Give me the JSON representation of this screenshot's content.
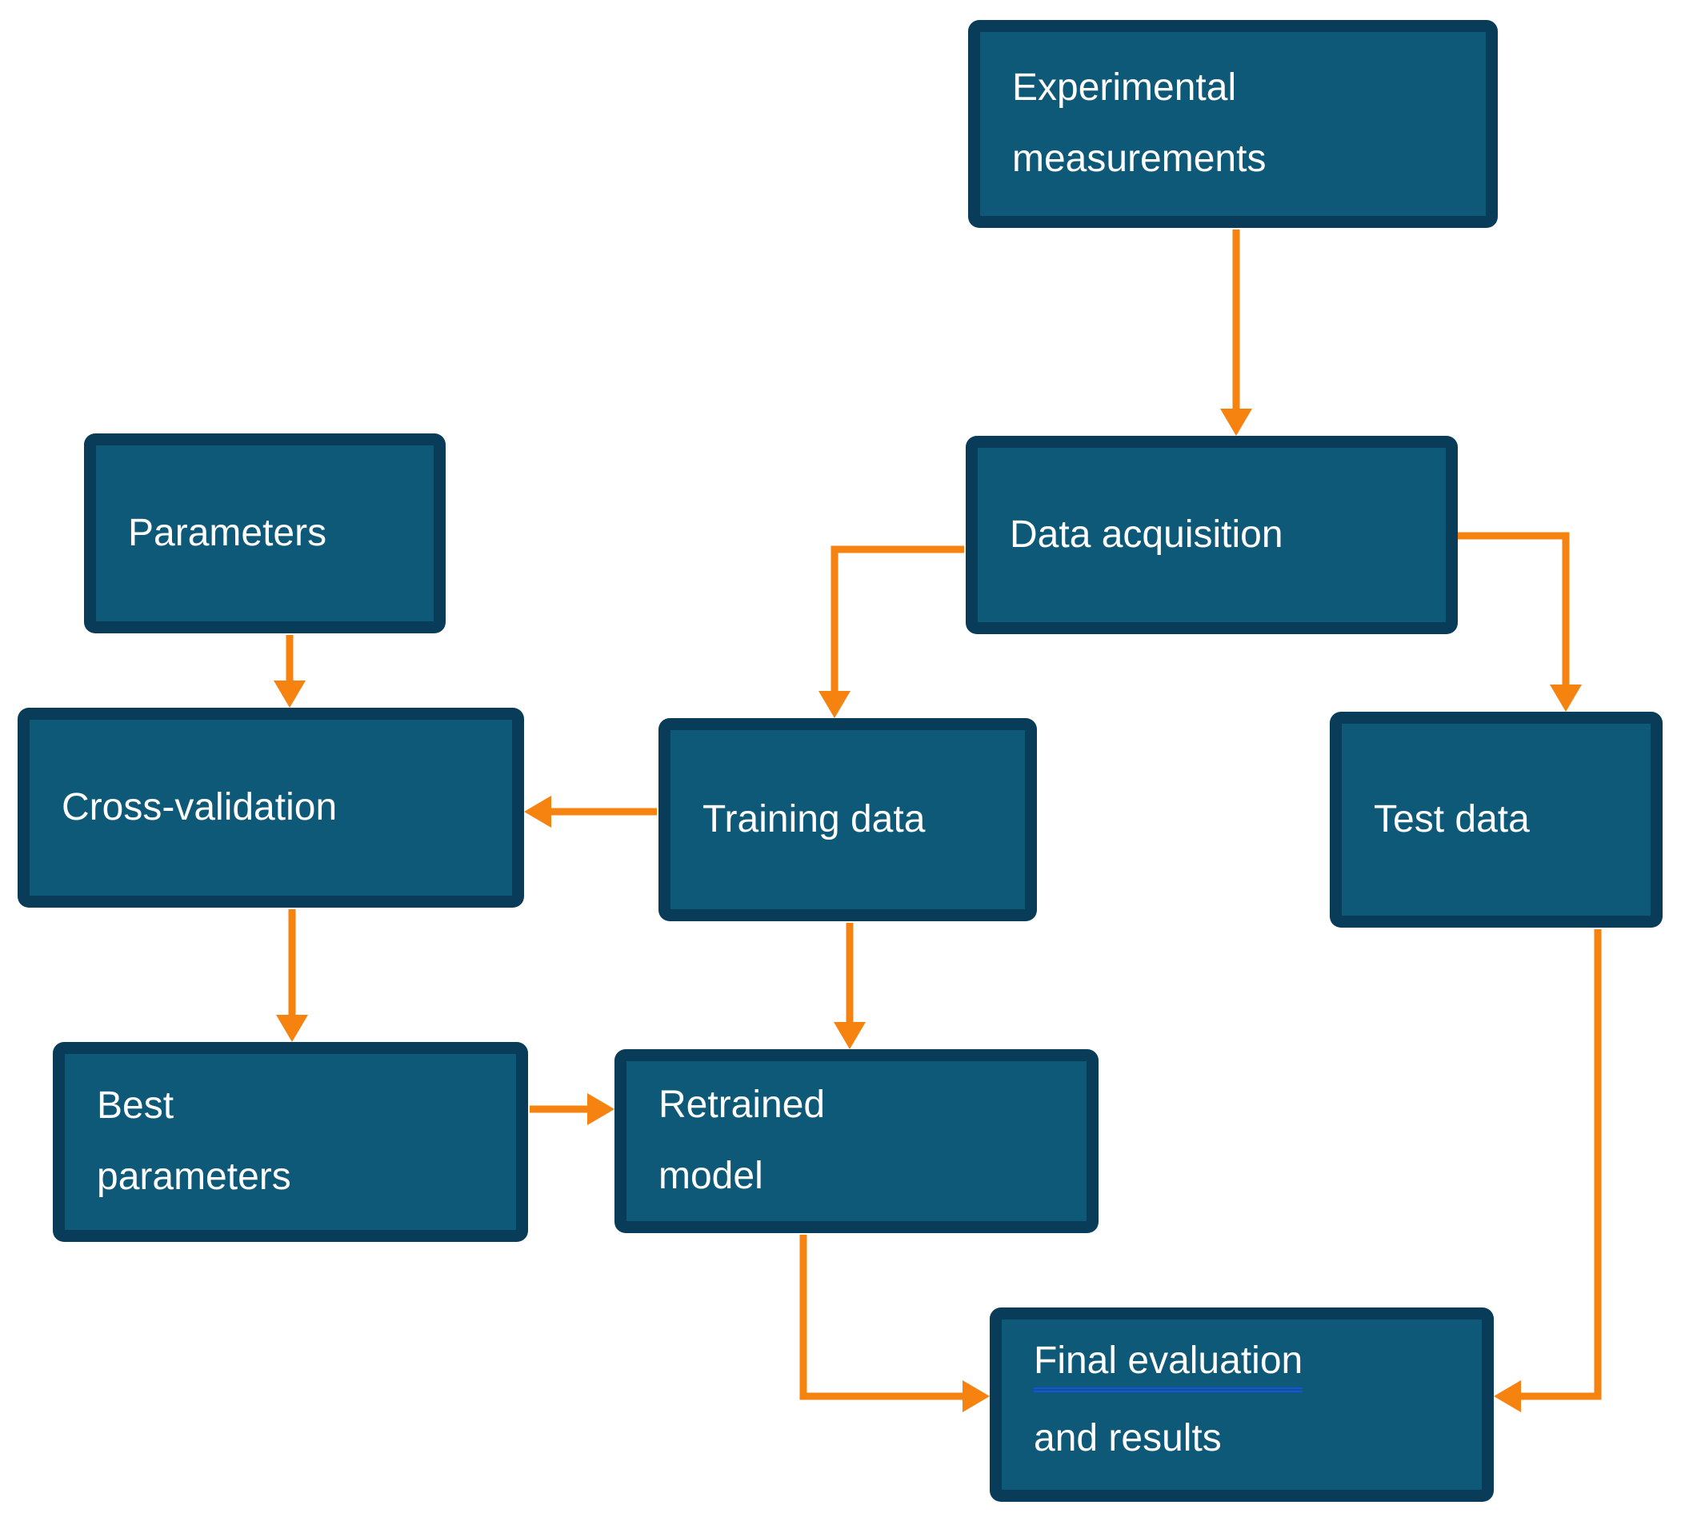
{
  "diagram": {
    "title": "Machine-learning workflow flowchart",
    "colors": {
      "box_fill": "#0E5878",
      "box_border": "#083C58",
      "arrow": "#F6820F",
      "text": "#FFFFFF",
      "underline": "#1B4FE8",
      "bg": "#FFFFFF"
    },
    "nodes": {
      "experimental_measurements": {
        "label": "Experimental\nmeasurements"
      },
      "data_acquisition": {
        "label": "Data acquisition"
      },
      "parameters": {
        "label": "Parameters"
      },
      "cross_validation": {
        "label": "Cross-validation"
      },
      "training_data": {
        "label": "Training data"
      },
      "test_data": {
        "label": "Test data"
      },
      "best_parameters": {
        "label": "Best\nparameters"
      },
      "retrained_model": {
        "label": "Retrained\nmodel"
      },
      "final_evaluation": {
        "line1": "Final  evaluation",
        "line2": "and results"
      }
    },
    "edges": [
      "experimental_measurements -> data_acquisition",
      "data_acquisition -> training_data",
      "data_acquisition -> test_data",
      "parameters -> cross_validation",
      "training_data -> cross_validation",
      "cross_validation -> best_parameters",
      "best_parameters -> retrained_model",
      "training_data -> retrained_model",
      "retrained_model -> final_evaluation",
      "test_data -> final_evaluation"
    ]
  }
}
